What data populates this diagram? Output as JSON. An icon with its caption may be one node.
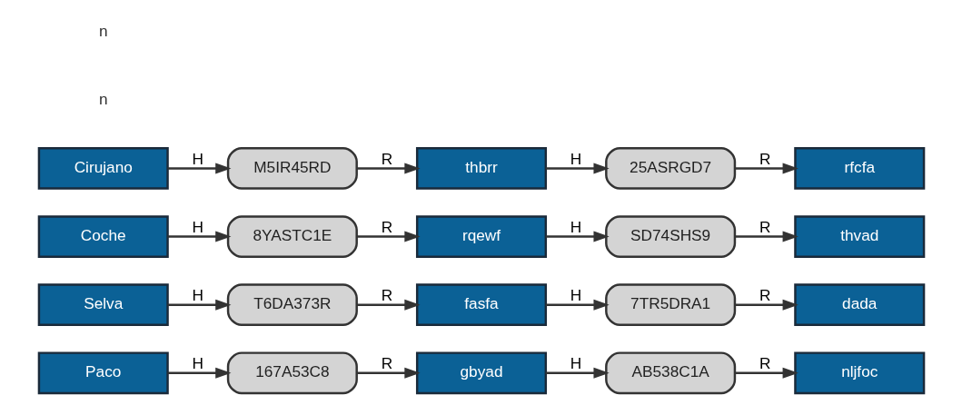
{
  "diagram": {
    "nodes": [
      {
        "text": [
          "Paco"
        ]
      },
      {
        "text": [
          "167A53C8"
        ]
      },
      {
        "text": [
          "gbyad"
        ]
      },
      {
        "text": [
          "AB538C1A"
        ]
      },
      {
        "text": [
          "nljfoc"
        ]
      },
      {
        "text": [
          "Selva"
        ]
      },
      {
        "text": [
          "T6DA373R"
        ]
      },
      {
        "text": [
          "fasfa"
        ]
      },
      {
        "text": [
          "7TR5DRA1"
        ]
      },
      {
        "text": [
          "dada"
        ]
      },
      {
        "text": [
          "Coche"
        ]
      },
      {
        "text": [
          "8YASTC1E"
        ]
      },
      {
        "text": [
          "rqewf"
        ]
      },
      {
        "text": [
          "SD74SHS9"
        ]
      },
      {
        "text": [
          "thvad"
        ]
      },
      {
        "text": [
          "Cirujano"
        ]
      },
      {
        "text": [
          "M5IR45RD"
        ]
      },
      {
        "text": [
          "thbrr"
        ]
      },
      {
        "text": [
          "25ASRGD7"
        ]
      },
      {
        "text": [
          "rfcfa"
        ]
      }
    ],
    "edges": [
      {
        "from": 0,
        "to": 1,
        "arrow": "to",
        "label": "H"
      },
      {
        "from": 1,
        "to": 2,
        "arrow": "to",
        "label": "R"
      },
      {
        "from": 2,
        "to": 3,
        "arrow": "to",
        "label": "H"
      },
      {
        "from": 3,
        "to": 4,
        "arrow": "to",
        "label": "R"
      },
      {
        "from": 5,
        "to": 6,
        "arrow": "to",
        "label": "H"
      },
      {
        "from": 6,
        "to": 7,
        "arrow": "to",
        "label": "R"
      },
      {
        "from": 7,
        "to": 8,
        "arrow": "to",
        "label": "H"
      },
      {
        "from": 8,
        "to": 9,
        "arrow": "to",
        "label": "R"
      },
      {
        "from": 10,
        "to": 11,
        "arrow": "to",
        "label": "H"
      },
      {
        "from": 11,
        "to": 12,
        "arrow": "to",
        "label": "R"
      },
      {
        "from": 12,
        "to": 13,
        "arrow": "to",
        "label": "H"
      },
      {
        "from": 13,
        "to": 14,
        "arrow": "to",
        "label": "R"
      },
      {
        "from": 15,
        "to": 16,
        "arrow": "to",
        "label": "H"
      },
      {
        "from": 16,
        "to": 17,
        "arrow": "to",
        "label": "R"
      },
      {
        "from": 17,
        "to": 18,
        "arrow": "to",
        "label": "H"
      },
      {
        "from": 18,
        "to": 19,
        "arrow": "to",
        "label": "R"
      }
    ],
    "labels": [
      "n",
      "n"
    ]
  }
}
